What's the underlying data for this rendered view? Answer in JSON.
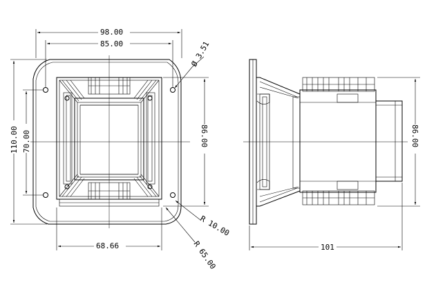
{
  "front_view": {
    "dims": {
      "width_outer": "98.00",
      "width_inner": "85.00",
      "hole_dia": "Ø 3.51",
      "height_outer": "110.00",
      "height_inner": "70.00",
      "height_throat": "86.00",
      "radius_small": "R 10.00",
      "radius_large": "R 65.00",
      "width_bottom": "68.66"
    }
  },
  "side_view": {
    "dims": {
      "depth": "101",
      "height": "86.00"
    }
  }
}
